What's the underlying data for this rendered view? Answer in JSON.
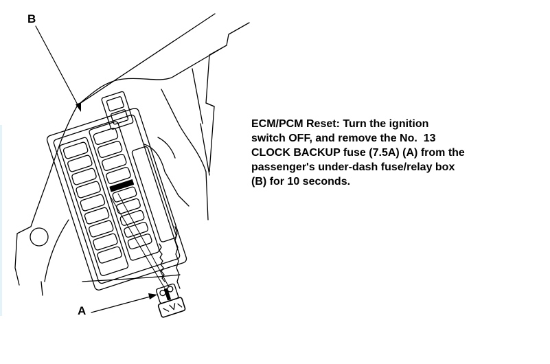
{
  "labels": {
    "b": "B",
    "a": "A"
  },
  "instructions": {
    "lines": [
      "ECM/PCM Reset: Turn the ignition",
      "switch OFF, and remove the No.  13",
      "CLOCK BACKUP fuse (7.5A) (A) from the",
      "passenger's under-dash fuse/relay box",
      "(B) for 10 seconds."
    ]
  }
}
